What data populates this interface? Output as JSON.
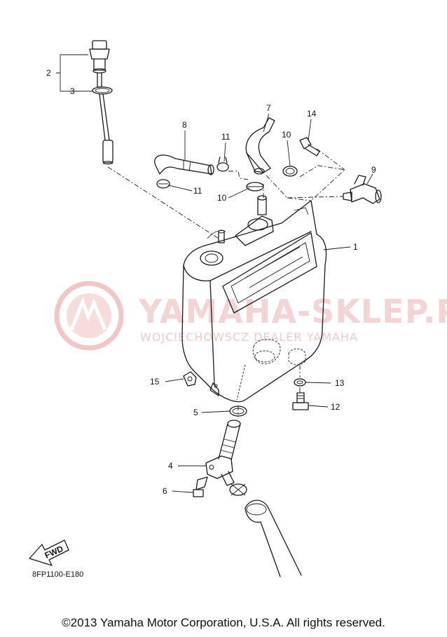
{
  "watermark": {
    "site": "YAMAHA-SKLEP.PL",
    "dealer": "WOJCIECHOWSCZ DEALER YAMAHA"
  },
  "callouts": {
    "c1": "1",
    "c2": "2",
    "c3": "3",
    "c4": "4",
    "c5": "5",
    "c6": "6",
    "c7": "7",
    "c8": "8",
    "c9": "9",
    "c10a": "10",
    "c10b": "10",
    "c11a": "11",
    "c11b": "11",
    "c12": "12",
    "c13": "13",
    "c14": "14",
    "c15": "15"
  },
  "fwd_label": "FWD",
  "diagram_code": "8FP1100-E180",
  "copyright": "©2013 Yamaha Motor Corporation, U.S.A. All rights reserved."
}
